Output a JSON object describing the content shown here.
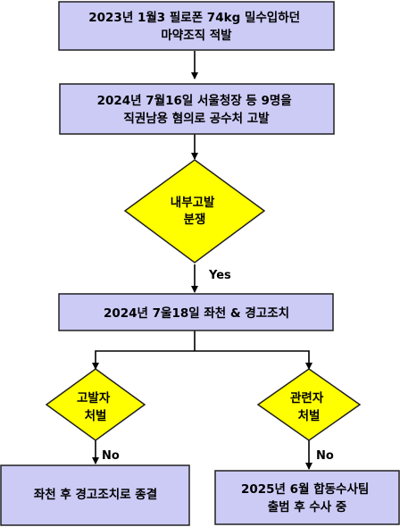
{
  "colors": {
    "box_fill": "#cccbf6",
    "diamond_fill": "#ffff00",
    "stroke": "#202020",
    "line": "#000000"
  },
  "nodes": {
    "step1": {
      "lines": [
        "2023년 1월3 필로폰 74kg 밀수입하던",
        "마약조직 적발"
      ]
    },
    "step2": {
      "lines": [
        "2024년 7월16일 서울청장 등 9명을",
        "직권남용 혐의로 공수처 고발"
      ]
    },
    "decision_dispute": {
      "lines": [
        "내부고발",
        "분쟁"
      ]
    },
    "step3": {
      "lines": [
        "2024년 7울18일 좌천 & 경고조치"
      ]
    },
    "decision_whistleblower": {
      "lines": [
        "고발자",
        "처벌"
      ]
    },
    "decision_related": {
      "lines": [
        "관련자",
        "처벌"
      ]
    },
    "result_left": {
      "lines": [
        "좌천 후 경고조치로 종결"
      ]
    },
    "result_right": {
      "lines": [
        "2025년 6월 합동수사팀",
        "출범 후 수사 중"
      ]
    }
  },
  "edge_labels": {
    "yes": "Yes",
    "no_left": "No",
    "no_right": "No"
  }
}
